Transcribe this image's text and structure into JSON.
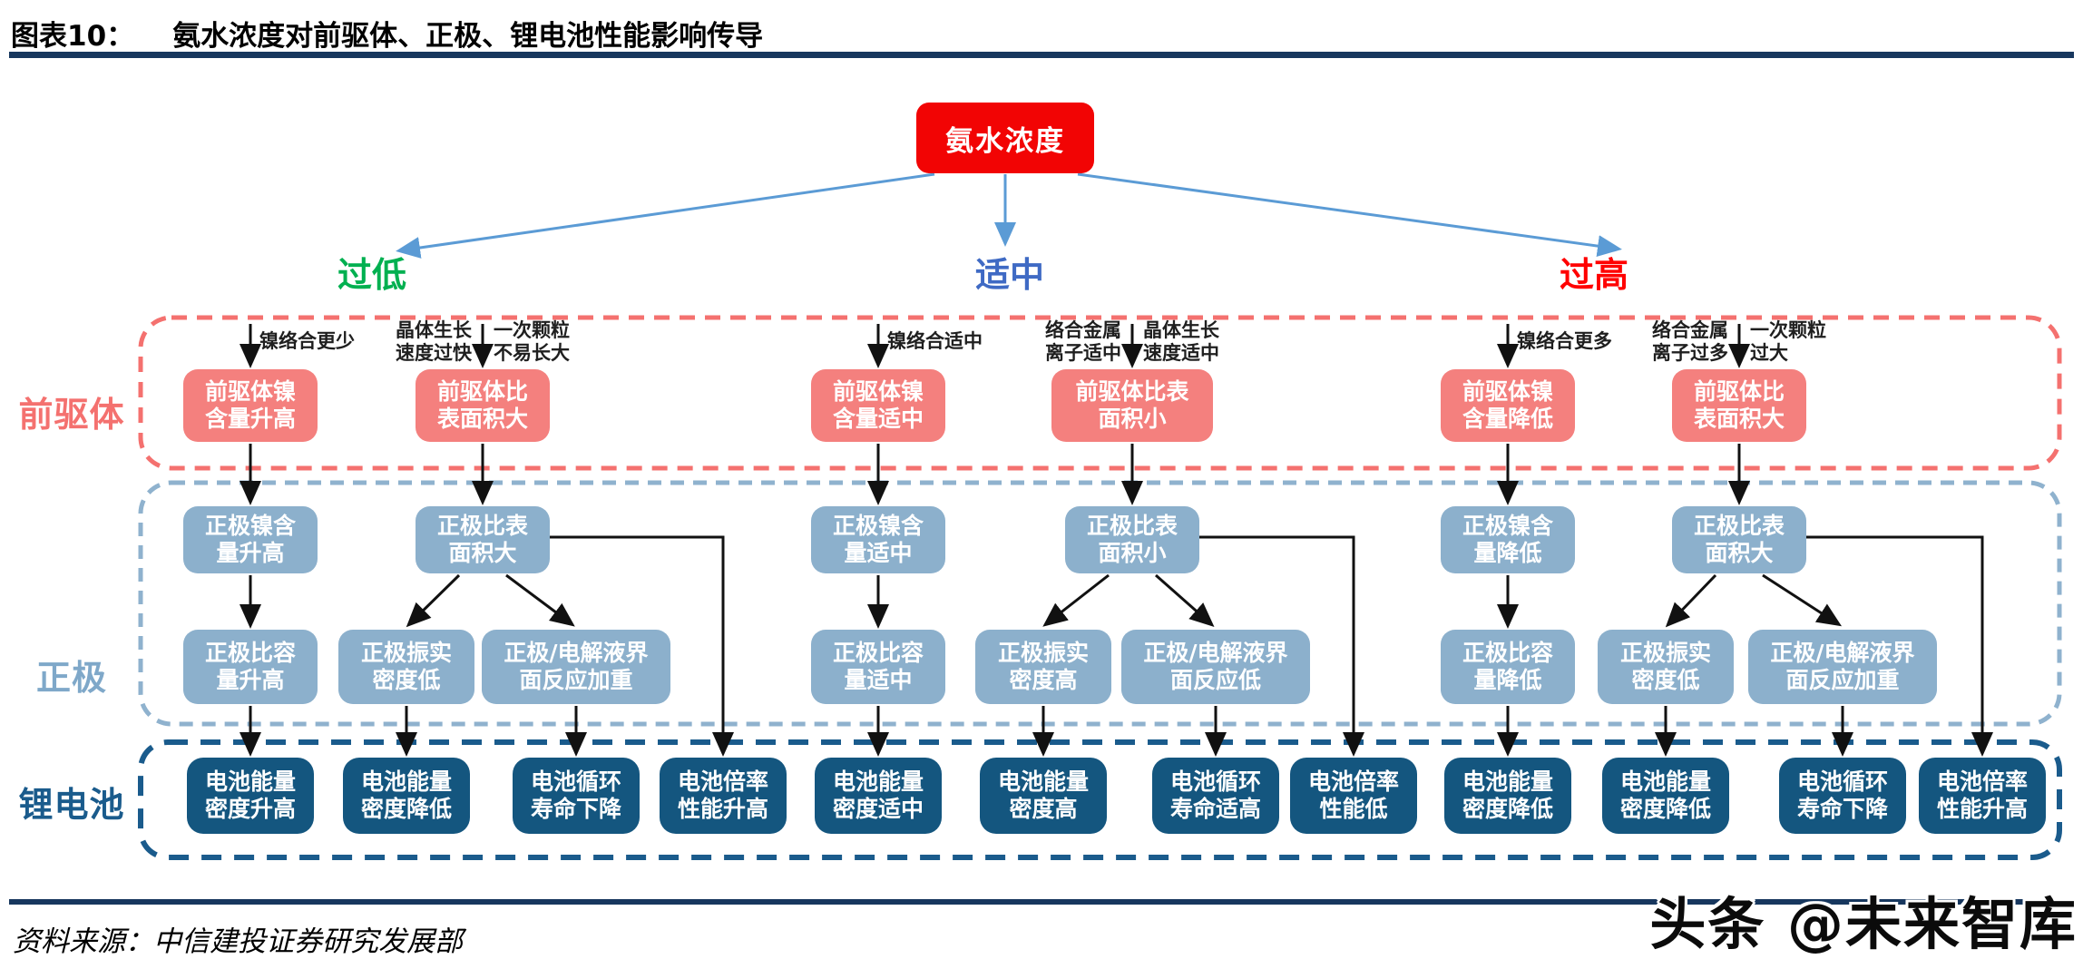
{
  "title": {
    "figure_label": "图表10：",
    "text": "氨水浓度对前驱体、正极、锂电池性能影响传导"
  },
  "root_label": "氨水浓度",
  "band_labels": {
    "precursor": "前驱体",
    "cathode": "正极",
    "battery": "锂电池"
  },
  "branch_labels": [
    {
      "id": "low",
      "label": "过低",
      "color": "#00B050"
    },
    {
      "id": "medium",
      "label": "适中",
      "color": "#3F6AC4"
    },
    {
      "id": "high",
      "label": "过高",
      "color": "#FF0000"
    }
  ],
  "arrow_labels": {
    "g1_a": "镍络合更少",
    "g1_b_left": "晶体生长\n速度过快",
    "g1_b_right": "一次颗粒\n不易长大",
    "g2_a": "镍络合适中",
    "g2_b_left": "络合金属\n离子适中",
    "g2_b_right": "晶体生长\n速度适中",
    "g3_a": "镍络合更多",
    "g3_b_left": "络合金属\n离子过多",
    "g3_b_right": "一次颗粒\n过大"
  },
  "nodes": {
    "g1_pre_a": "前驱体镍\n含量升高",
    "g1_pre_b": "前驱体比\n表面积大",
    "g1_cat_a": "正极镍含\n量升高",
    "g1_cat_b": "正极比表\n面积大",
    "g1_cat_a2": "正极比容\n量升高",
    "g1_cat_b1": "正极振实\n密度低",
    "g1_cat_b2": "正极/电解液界\n面反应加重",
    "g1_bat_1": "电池能量\n密度升高",
    "g1_bat_2": "电池能量\n密度降低",
    "g1_bat_3": "电池循环\n寿命下降",
    "g1_bat_4": "电池倍率\n性能升高",
    "g2_pre_a": "前驱体镍\n含量适中",
    "g2_pre_b": "前驱体比表\n面积小",
    "g2_cat_a": "正极镍含\n量适中",
    "g2_cat_b": "正极比表\n面积小",
    "g2_cat_a2": "正极比容\n量适中",
    "g2_cat_b1": "正极振实\n密度高",
    "g2_cat_b2": "正极/电解液界\n面反应低",
    "g2_bat_1": "电池能量\n密度适中",
    "g2_bat_2": "电池能量\n密度高",
    "g2_bat_3": "电池循环\n寿命适高",
    "g2_bat_4": "电池倍率\n性能低",
    "g3_pre_a": "前驱体镍\n含量降低",
    "g3_pre_b": "前驱体比\n表面积大",
    "g3_cat_a": "正极镍含\n量降低",
    "g3_cat_b": "正极比表\n面积大",
    "g3_cat_a2": "正极比容\n量降低",
    "g3_cat_b1": "正极振实\n密度低",
    "g3_cat_b2": "正极/电解液界\n面反应加重",
    "g3_bat_1": "电池能量\n密度降低",
    "g3_bat_2": "电池能量\n密度降低",
    "g3_bat_3": "电池循环\n寿命下降",
    "g3_bat_4": "电池倍率\n性能升高"
  },
  "source": "资料来源：中信建投证券研究发展部",
  "watermark": "头条 @未来智库",
  "colors": {
    "root_red": "#F20404",
    "pink_box": "#F4807E",
    "pink_border": "#F4716F",
    "cathode_box": "#8CB0CC",
    "cathode_border": "#8FB2CE",
    "battery_box": "#14567F",
    "battery_border": "#1A5B8C",
    "connector_blue": "#5B9BD5",
    "rule_navy": "#17375E"
  }
}
